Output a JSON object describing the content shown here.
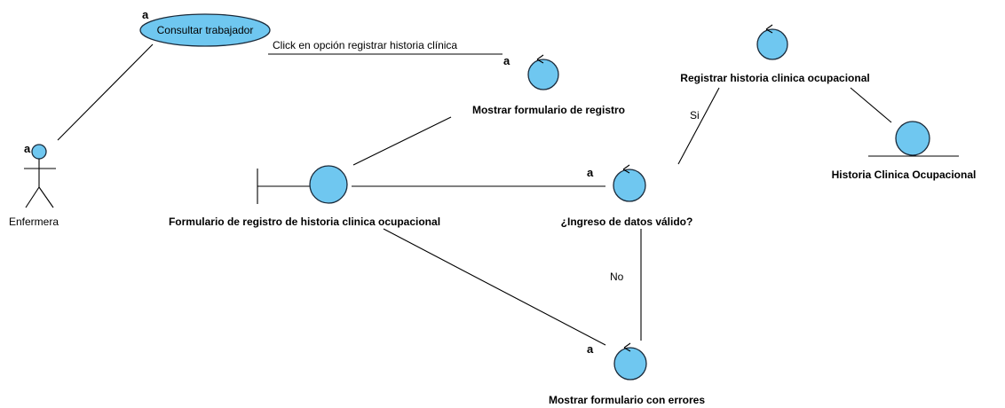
{
  "colors": {
    "element_fill": "#6fc7f0",
    "stroke": "#1a2a3a",
    "background": "#ffffff"
  },
  "actor": {
    "name": "Enfermera",
    "tag": "a"
  },
  "usecase": {
    "label": "Consultar trabajador",
    "tag": "a"
  },
  "message": {
    "label": "Click en opción registrar historia clínica"
  },
  "controls": {
    "mostrar_registro": {
      "label": "Mostrar formulario de registro",
      "tag": "a"
    },
    "registrar": {
      "label": "Registrar historia clinica ocupacional"
    },
    "ingreso": {
      "label": "¿Ingreso de datos válido?",
      "tag": "a"
    },
    "errores": {
      "label": "Mostrar formulario con errores",
      "tag": "a"
    }
  },
  "boundary": {
    "label": "Formulario de registro de historia clinica ocupacional"
  },
  "entity": {
    "label": "Historia Clinica Ocupacional"
  },
  "guards": {
    "si": "Si",
    "no": "No"
  }
}
